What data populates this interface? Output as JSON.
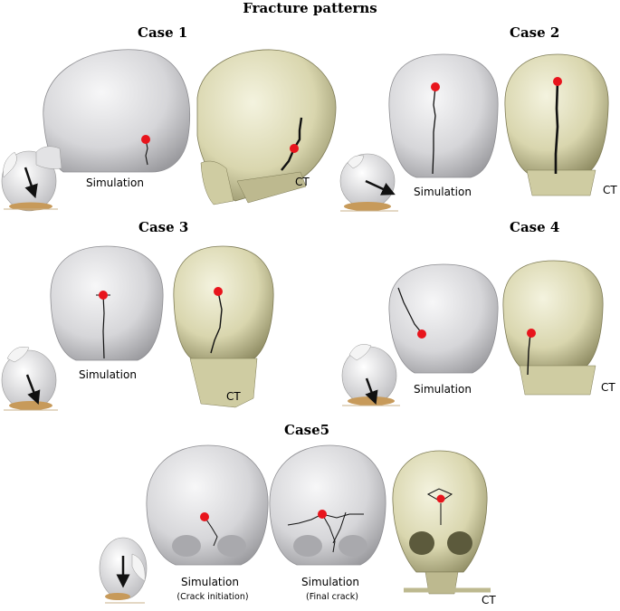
{
  "figure": {
    "title": "Fracture patterns"
  },
  "cases": [
    {
      "title": "Case 1",
      "sim_label": "Simulation",
      "ct_label": "CT"
    },
    {
      "title": "Case 2",
      "sim_label": "Simulation",
      "ct_label": "CT"
    },
    {
      "title": "Case 3",
      "sim_label": "Simulation",
      "ct_label": "CT"
    },
    {
      "title": "Case 4",
      "sim_label": "Simulation",
      "ct_label": "CT"
    },
    {
      "title": "Case5",
      "sim_label": "Simulation",
      "sim_sub": "(Crack initiation)",
      "sim2_label": "Simulation",
      "sim2_sub": "(Final crack)",
      "ct_label": "CT"
    }
  ],
  "colors": {
    "sim_skull": "#d9d9dc",
    "ct_skull": "#e8e6c6",
    "impact_point": "#e8141c",
    "fracture": "#111111",
    "impactor_base": "#c79a5a"
  },
  "icons": [
    "skull-simulation",
    "skull-ct",
    "impact-point",
    "fracture-line",
    "impact-direction-arrow",
    "mini-skull-inset"
  ]
}
